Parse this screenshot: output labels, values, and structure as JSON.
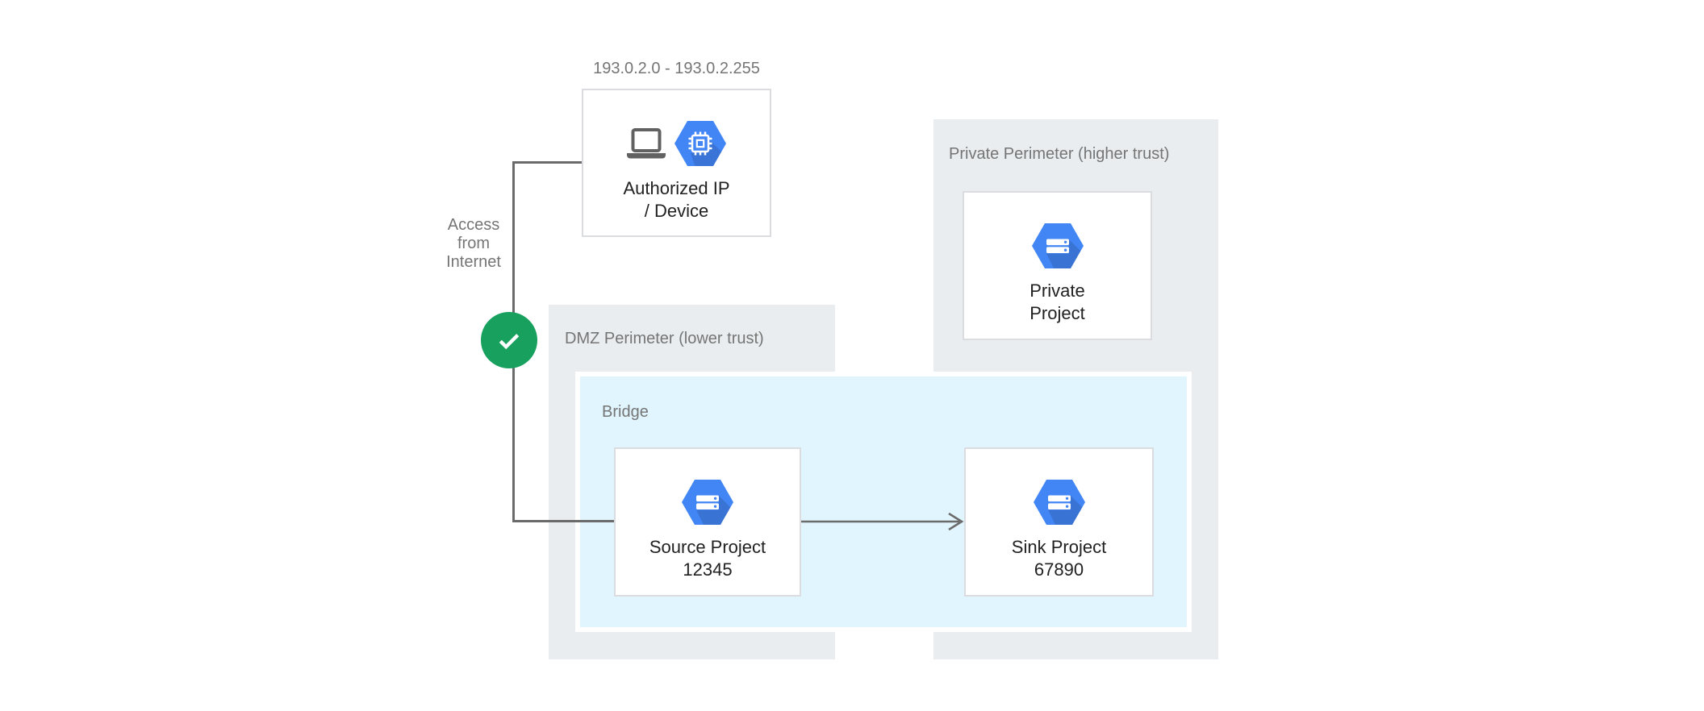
{
  "diagram": {
    "title_hint": "VPC Service Controls bridge diagram",
    "ip_range_label": "193.0.2.0 - 193.0.2.255",
    "access_label": "Access\nfrom\nInternet",
    "perimeters": {
      "dmz": {
        "label": "DMZ Perimeter (lower trust)"
      },
      "private": {
        "label": "Private Perimeter (higher trust)"
      }
    },
    "bridge": {
      "label": "Bridge"
    },
    "nodes": {
      "authorized": {
        "label": "Authorized IP\n/ Device",
        "icons": [
          "laptop-icon",
          "chip-hexagon-icon"
        ]
      },
      "source": {
        "label": "Source Project\n12345",
        "icon": "project-hexagon-icon"
      },
      "sink": {
        "label": "Sink Project\n67890",
        "icon": "project-hexagon-icon"
      },
      "private_project": {
        "label": "Private\nProject",
        "icon": "project-hexagon-icon"
      }
    },
    "badges": {
      "access_allowed": "check-circle-icon"
    },
    "colors": {
      "hexagon_blue": "#4285f4",
      "perimeter_gray": "#e9edf0",
      "bridge_blue": "#e1f5fe",
      "check_green": "#17a05e",
      "connector_gray": "#6b6b6b",
      "label_gray": "#757575",
      "node_text": "#212121",
      "node_border": "#dadce0"
    }
  }
}
